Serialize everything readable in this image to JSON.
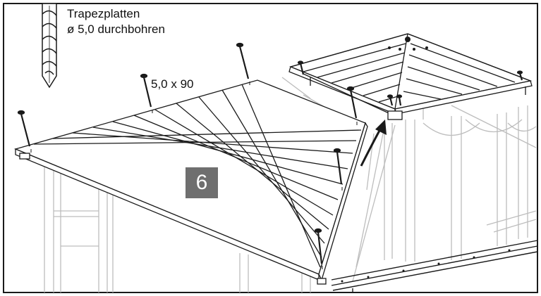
{
  "instruction": {
    "drill_line_1": "Trapezplatten",
    "drill_line_2": "ø 5,0 durchbohren",
    "screw_size": "5,0 x 90"
  },
  "step_number": "6",
  "icons": {
    "drill": "drill-bit-icon",
    "screw": "screw-icon",
    "direction": "curved-arrow-icon"
  },
  "colors": {
    "line": "#1a1a1a",
    "frame_light": "#bdbdbd",
    "badge": "#6f6f6f"
  }
}
